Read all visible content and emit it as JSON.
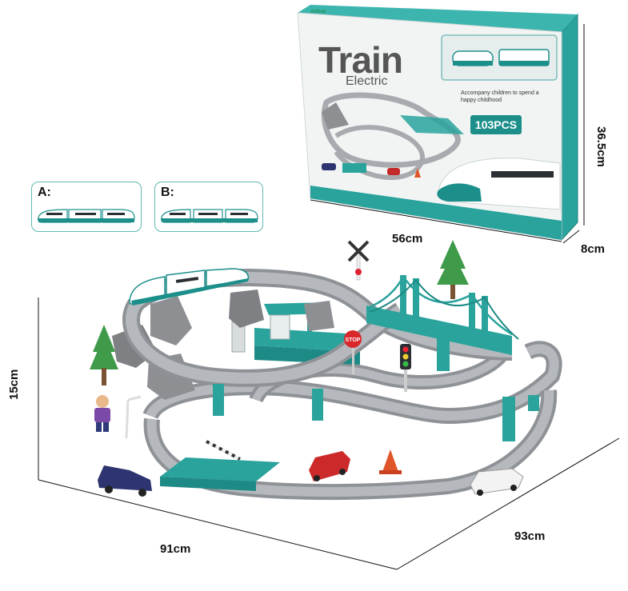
{
  "box": {
    "brand": "AUhao",
    "title": "Train",
    "subtitle": "Electric",
    "tagline": "Accompany children to spend a happy childhood",
    "piece_count": "103PCS"
  },
  "options": [
    {
      "label": "A:"
    },
    {
      "label": "B:"
    }
  ],
  "dimensions": {
    "box_width": "56cm",
    "box_height": "36.5cm",
    "box_depth": "8cm",
    "set_height": "15cm",
    "set_width": "91cm",
    "set_depth": "93cm"
  },
  "colors": {
    "teal": "#2aa39d",
    "track_grey": "#a7abaf",
    "rock_grey": "#8d8f93",
    "tree_green": "#3f9a4a"
  }
}
